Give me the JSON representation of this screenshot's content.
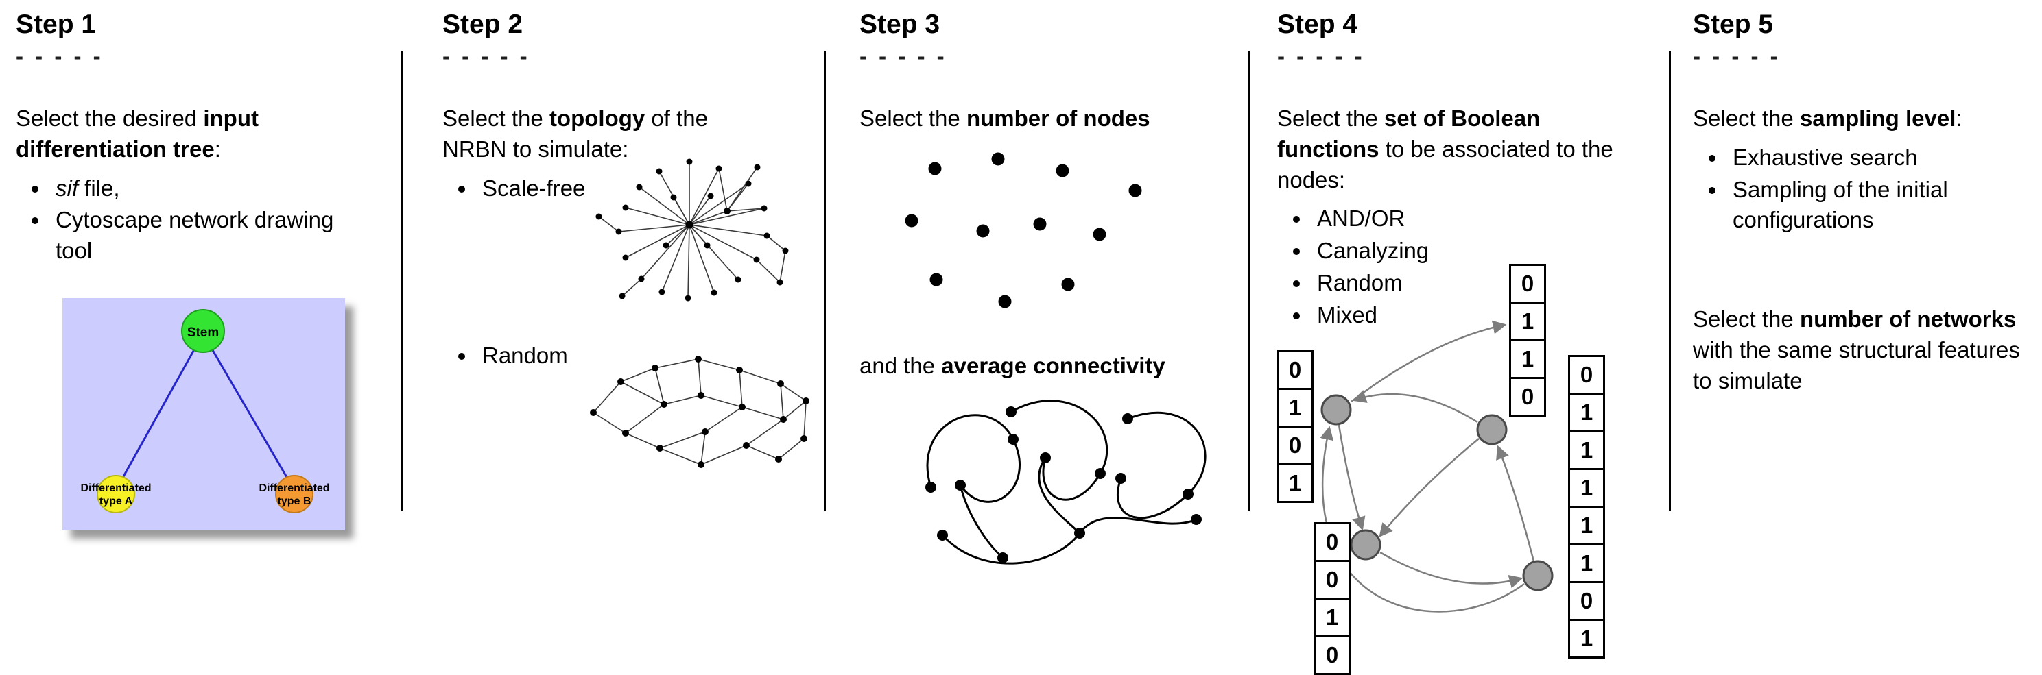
{
  "figure": {
    "background": "#ffffff",
    "divider_color": "#000000"
  },
  "steps": [
    {
      "title": "Step 1",
      "dashes": "- - - - -",
      "intro": {
        "pre": "Select the desired ",
        "bold": "input differentiation tree",
        "post": ":"
      },
      "bullets": [
        {
          "italic": "sif",
          "rest": " file,"
        },
        {
          "text": "Cytoscape network drawing tool"
        }
      ],
      "tree": {
        "root": "Stem",
        "leaf_a_line1": "Differentiated",
        "leaf_a_line2": "type A",
        "leaf_b_line1": "Differentiated",
        "leaf_b_line2": "type B",
        "colors": {
          "panel": "#ccccfe",
          "root": "#33e433",
          "leaf_a": "#f6f024",
          "leaf_b": "#f59a33",
          "edge": "#2626c8"
        }
      }
    },
    {
      "title": "Step 2",
      "dashes": "- - - - -",
      "intro": {
        "pre": "Select the ",
        "bold": "topology",
        "post": " of the NRBN to simulate:"
      },
      "bullets": [
        {
          "text": "Scale-free"
        },
        {
          "text": "Random"
        }
      ]
    },
    {
      "title": "Step 3",
      "dashes": "- - - - -",
      "intro": {
        "pre": "Select the ",
        "bold": "number of nodes",
        "post": ""
      },
      "second": {
        "pre": "and the ",
        "bold": "average connectivity",
        "post": ""
      }
    },
    {
      "title": "Step 4",
      "dashes": "- - - - -",
      "intro": {
        "pre": "Select the ",
        "bold": "set of Boolean functions",
        "post": " to be associated to the nodes:"
      },
      "bullets": [
        {
          "text": "AND/OR"
        },
        {
          "text": "Canalyzing"
        },
        {
          "text": "Random"
        },
        {
          "text": "Mixed"
        }
      ],
      "node_color": "#a2a2a2",
      "truth_tables": {
        "left": [
          "0",
          "1",
          "0",
          "1"
        ],
        "top": [
          "0",
          "1",
          "1",
          "0"
        ],
        "right": [
          "0",
          "1",
          "1",
          "1",
          "1",
          "1",
          "0",
          "1"
        ],
        "bottom": [
          "0",
          "0",
          "1",
          "0"
        ]
      }
    },
    {
      "title": "Step 5",
      "dashes": "- - - - -",
      "intro": {
        "pre": "Select the ",
        "bold": "sampling level",
        "post": ":"
      },
      "bullets": [
        {
          "text": "Exhaustive search"
        },
        {
          "text": "Sampling of the initial configurations"
        }
      ],
      "second": {
        "pre": "Select the ",
        "bold": "number of networks",
        "post": " with the same structural features to simulate"
      }
    }
  ]
}
